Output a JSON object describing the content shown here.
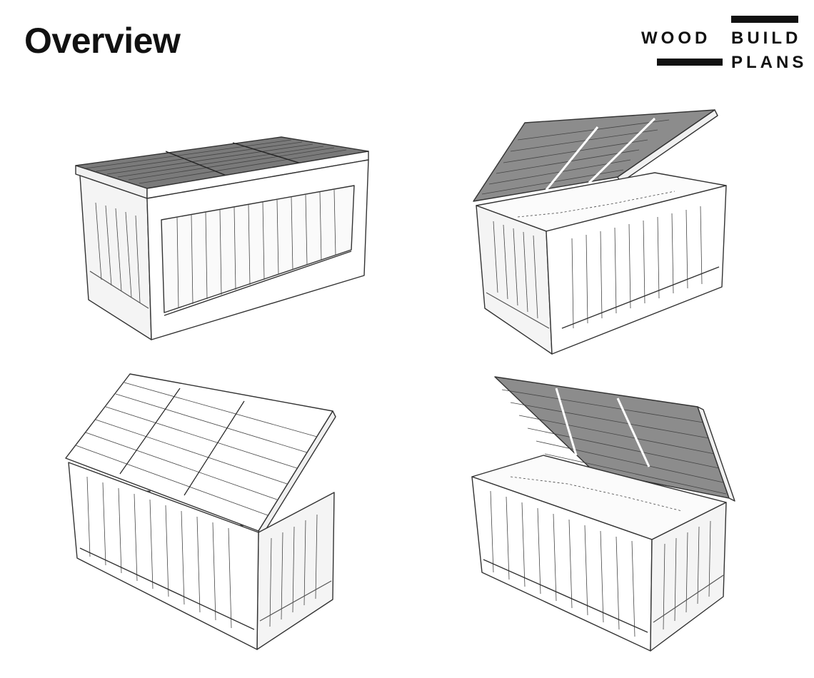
{
  "page": {
    "title": "Overview"
  },
  "logo": {
    "word1": "WOOD",
    "word2": "BUILD",
    "word3": "PLANS"
  },
  "colors": {
    "ink": "#111111",
    "line": "#333333",
    "panel_white": "#ffffff",
    "panel_light": "#f4f4f4",
    "lid_dark": "#7a7a7a",
    "lid_slats": "#8c8c8c"
  },
  "views": [
    {
      "id": "closed",
      "lid": "closed"
    },
    {
      "id": "open-right",
      "lid": "open"
    },
    {
      "id": "open-hinges",
      "lid": "open"
    },
    {
      "id": "open-left",
      "lid": "open"
    }
  ]
}
